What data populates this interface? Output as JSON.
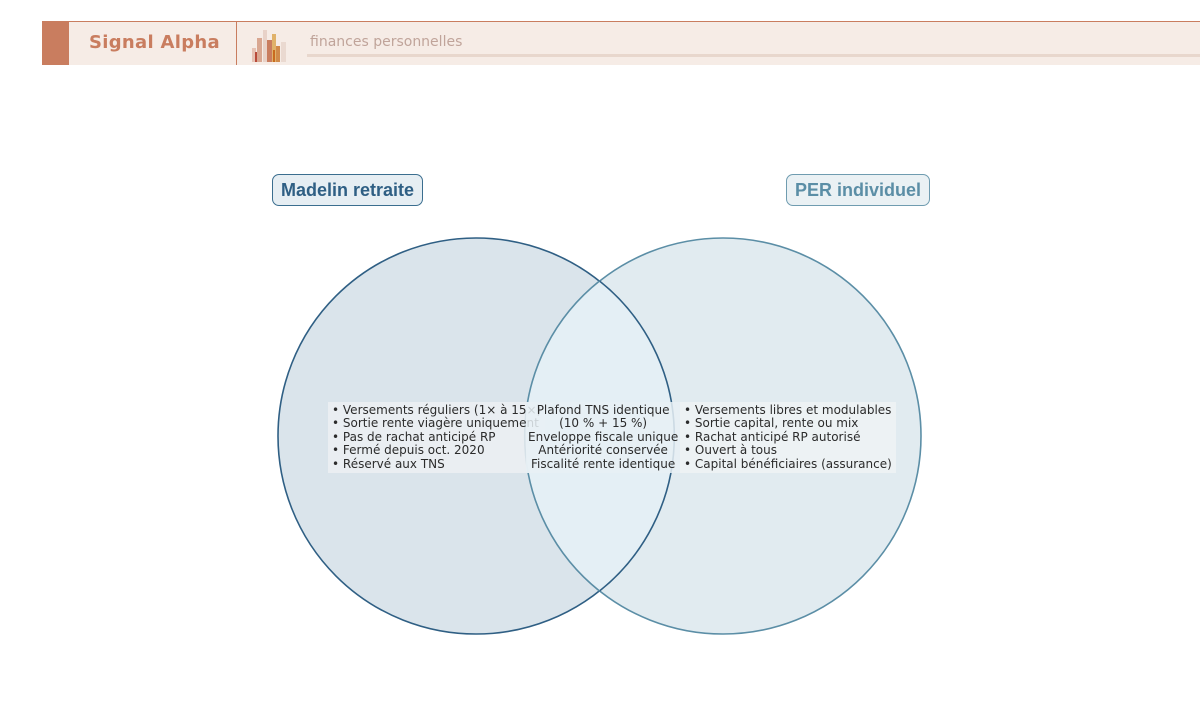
{
  "header": {
    "brand": "Signal Alpha",
    "tagline": "finances personnelles",
    "logo_icon": "bar-chart-icon",
    "accent_color": "#c97d5f"
  },
  "diagram": {
    "sets": [
      {
        "title": "Madelin retraite",
        "color": "#2f5f84",
        "items": [
          "Versements réguliers (1× à 15×)",
          "Sortie rente viagère uniquement",
          "Pas de rachat anticipé RP",
          "Fermé depuis oct. 2020",
          "Réservé aux TNS"
        ]
      },
      {
        "title": "PER individuel",
        "color": "#5b8ea6",
        "items": [
          "Versements libres et modulables",
          "Sortie capital, rente ou mix",
          "Rachat anticipé RP autorisé",
          "Ouvert à tous",
          "Capital bénéficiaires (assurance)"
        ]
      }
    ],
    "intersection": {
      "items": [
        "Plafond TNS identique",
        "(10 % + 15 %)",
        "Enveloppe fiscale unique",
        "Antériorité conservée",
        "Fiscalité rente identique"
      ]
    }
  }
}
